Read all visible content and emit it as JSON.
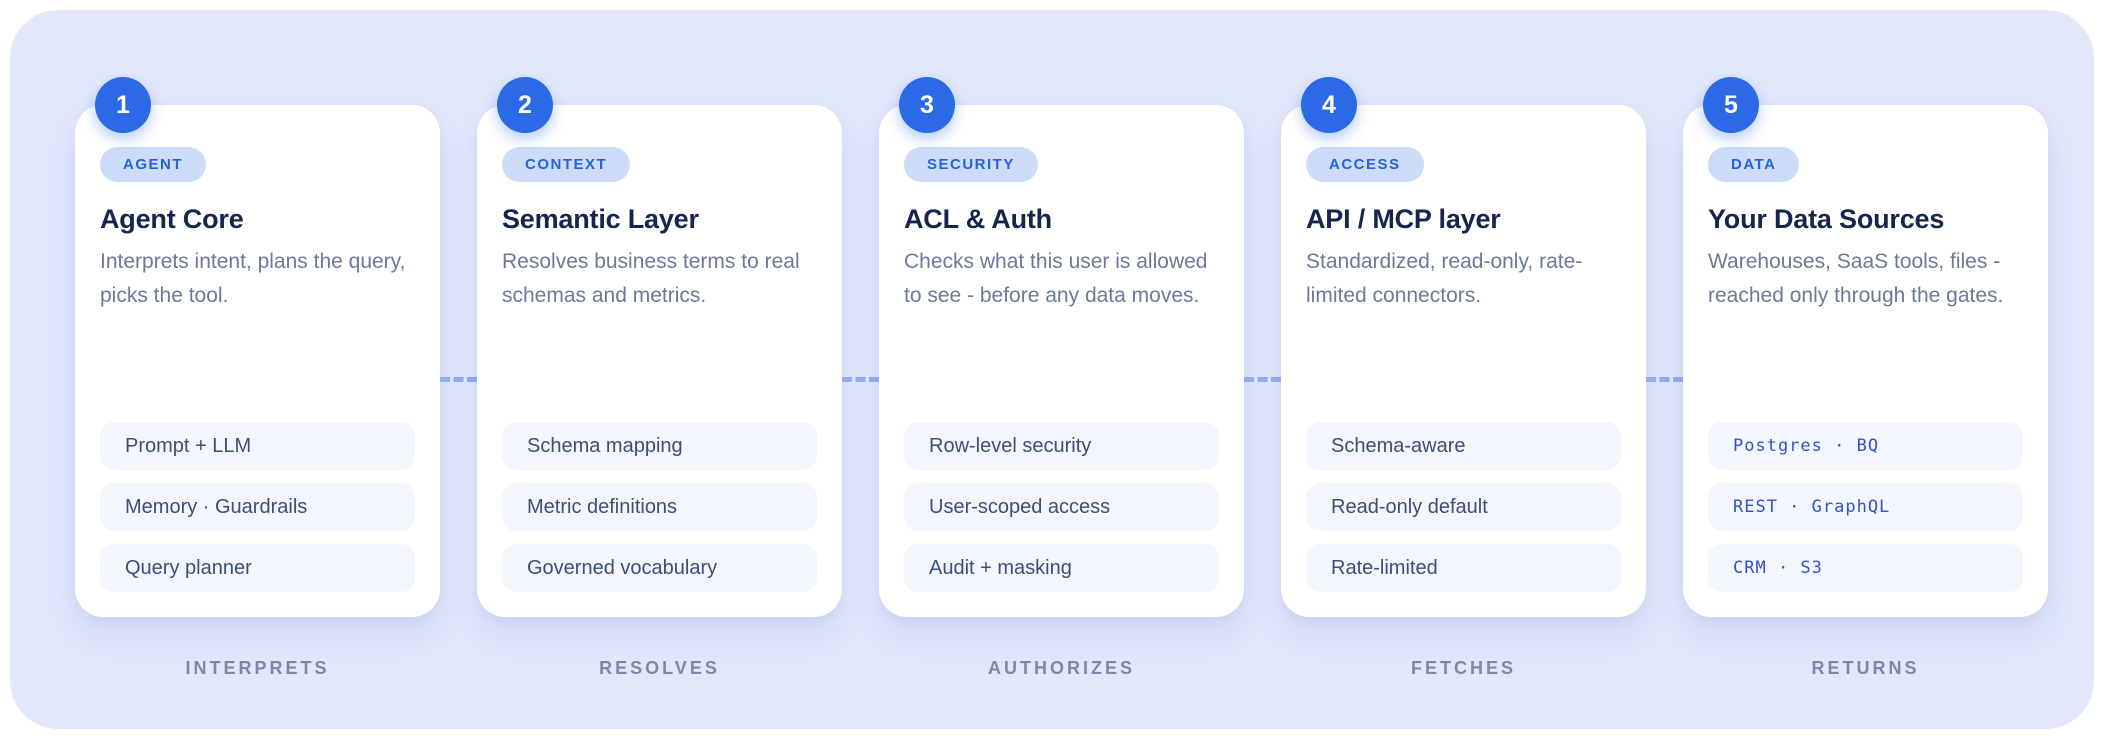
{
  "colors": {
    "accent": "#2c69e6",
    "container_bg": "#e2e7fb",
    "card_bg": "#ffffff",
    "tag_bg": "#ccdbf8",
    "tag_text": "#2563d8",
    "title": "#16254d",
    "description": "#6b7a99",
    "chip_bg": "#f3f6fc",
    "chip_text": "#3d4e77",
    "chip_mono_text": "#3353c4",
    "footer_text": "#7b88a8",
    "dash": "#93acf0"
  },
  "steps": [
    {
      "number": "1",
      "tag": "AGENT",
      "title": "Agent Core",
      "description": "Interprets intent, plans the query, picks the tool.",
      "chips": [
        "Prompt + LLM",
        "Memory · Guardrails",
        "Query planner"
      ],
      "footer": "INTERPRETS",
      "mono": false
    },
    {
      "number": "2",
      "tag": "CONTEXT",
      "title": "Semantic Layer",
      "description": "Resolves business terms to real schemas and metrics.",
      "chips": [
        "Schema mapping",
        "Metric definitions",
        "Governed vocabulary"
      ],
      "footer": "RESOLVES",
      "mono": false
    },
    {
      "number": "3",
      "tag": "SECURITY",
      "title": "ACL & Auth",
      "description": "Checks what this user is allowed to see - before any data moves.",
      "chips": [
        "Row-level security",
        "User-scoped access",
        "Audit + masking"
      ],
      "footer": "AUTHORIZES",
      "mono": false
    },
    {
      "number": "4",
      "tag": "ACCESS",
      "title": "API / MCP layer",
      "description": "Standardized, read-only, rate-limited connectors.",
      "chips": [
        "Schema-aware",
        "Read-only default",
        "Rate-limited"
      ],
      "footer": "FETCHES",
      "mono": false
    },
    {
      "number": "5",
      "tag": "DATA",
      "title": "Your Data Sources",
      "description": "Warehouses, SaaS tools, files - reached only through the gates.",
      "chips": [
        "Postgres · BQ",
        "REST · GraphQL",
        "CRM · S3"
      ],
      "footer": "RETURNS",
      "mono": true
    }
  ]
}
